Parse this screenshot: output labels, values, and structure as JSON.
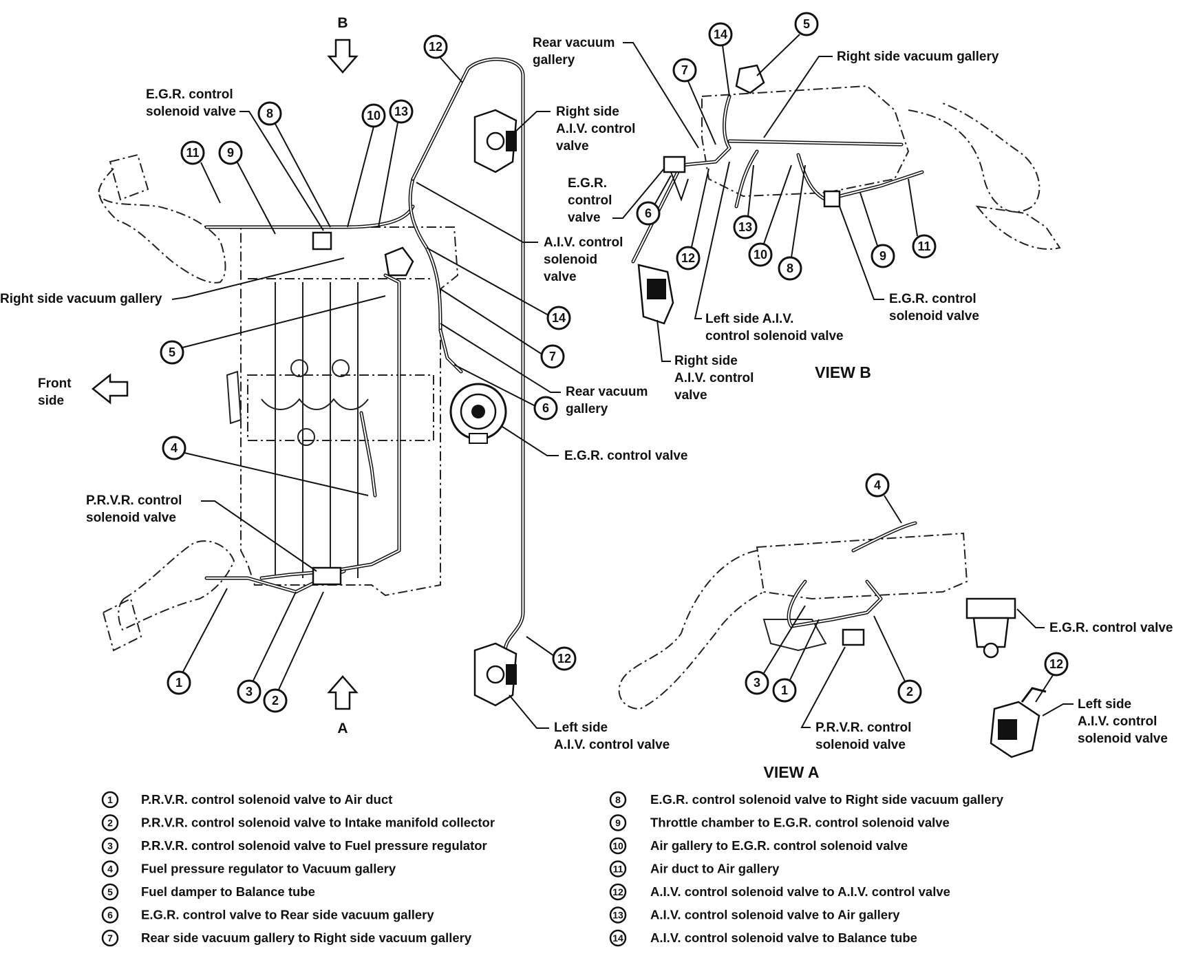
{
  "views": {
    "view_a": "VIEW A",
    "view_b": "VIEW B"
  },
  "arrows": {
    "a": "A",
    "b": "B"
  },
  "front_side": [
    "Front",
    "side"
  ],
  "labels": {
    "egr_sol_main": [
      "E.G.R. control",
      "solenoid valve"
    ],
    "right_gallery_main": "Right side vacuum gallery",
    "prvr_main": [
      "P.R.V.R. control",
      "solenoid valve"
    ],
    "right_aiv_main": [
      "Right side",
      "A.I.V. control",
      "valve"
    ],
    "aiv_sol_main": [
      "A.I.V. control",
      "solenoid",
      "valve"
    ],
    "rear_gallery_main": [
      "Rear vacuum",
      "gallery"
    ],
    "egr_valve_main": "E.G.R. control valve",
    "left_aiv_main": [
      "Left side",
      "A.I.V. control valve"
    ],
    "rear_gallery_b": [
      "Rear vacuum",
      "gallery"
    ],
    "right_gallery_b": "Right side vacuum gallery",
    "egr_valve_b": [
      "E.G.R.",
      "control",
      "valve"
    ],
    "left_aiv_sol_b": [
      "Left side A.I.V.",
      "control solenoid valve"
    ],
    "egr_sol_b": [
      "E.G.R. control",
      "solenoid valve"
    ],
    "right_aiv_b": [
      "Right side",
      "A.I.V. control",
      "valve"
    ],
    "egr_valve_a": "E.G.R. control valve",
    "prvr_a": [
      "P.R.V.R. control",
      "solenoid valve"
    ],
    "left_aiv_sol_a": [
      "Left side",
      "A.I.V. control",
      "solenoid valve"
    ]
  },
  "callout_numbers": [
    "1",
    "2",
    "3",
    "4",
    "5",
    "6",
    "7",
    "8",
    "9",
    "10",
    "11",
    "12",
    "13",
    "14"
  ],
  "legend": [
    {
      "num": "1",
      "text": "P.R.V.R. control solenoid valve to Air duct"
    },
    {
      "num": "2",
      "text": "P.R.V.R. control solenoid valve to Intake manifold collector"
    },
    {
      "num": "3",
      "text": "P.R.V.R. control solenoid valve to Fuel pressure regulator"
    },
    {
      "num": "4",
      "text": "Fuel pressure regulator to Vacuum gallery"
    },
    {
      "num": "5",
      "text": "Fuel damper to Balance tube"
    },
    {
      "num": "6",
      "text": "E.G.R. control valve to Rear side vacuum gallery"
    },
    {
      "num": "7",
      "text": "Rear side vacuum gallery to Right side vacuum gallery"
    },
    {
      "num": "8",
      "text": "E.G.R. control solenoid valve to Right side vacuum gallery"
    },
    {
      "num": "9",
      "text": "Throttle chamber to E.G.R. control solenoid valve"
    },
    {
      "num": "10",
      "text": "Air gallery to E.G.R. control solenoid valve"
    },
    {
      "num": "11",
      "text": "Air duct to Air gallery"
    },
    {
      "num": "12",
      "text": "A.I.V. control solenoid valve to A.I.V. control valve"
    },
    {
      "num": "13",
      "text": "A.I.V. control solenoid valve to Air gallery"
    },
    {
      "num": "14",
      "text": "A.I.V. control solenoid valve to Balance tube"
    }
  ]
}
